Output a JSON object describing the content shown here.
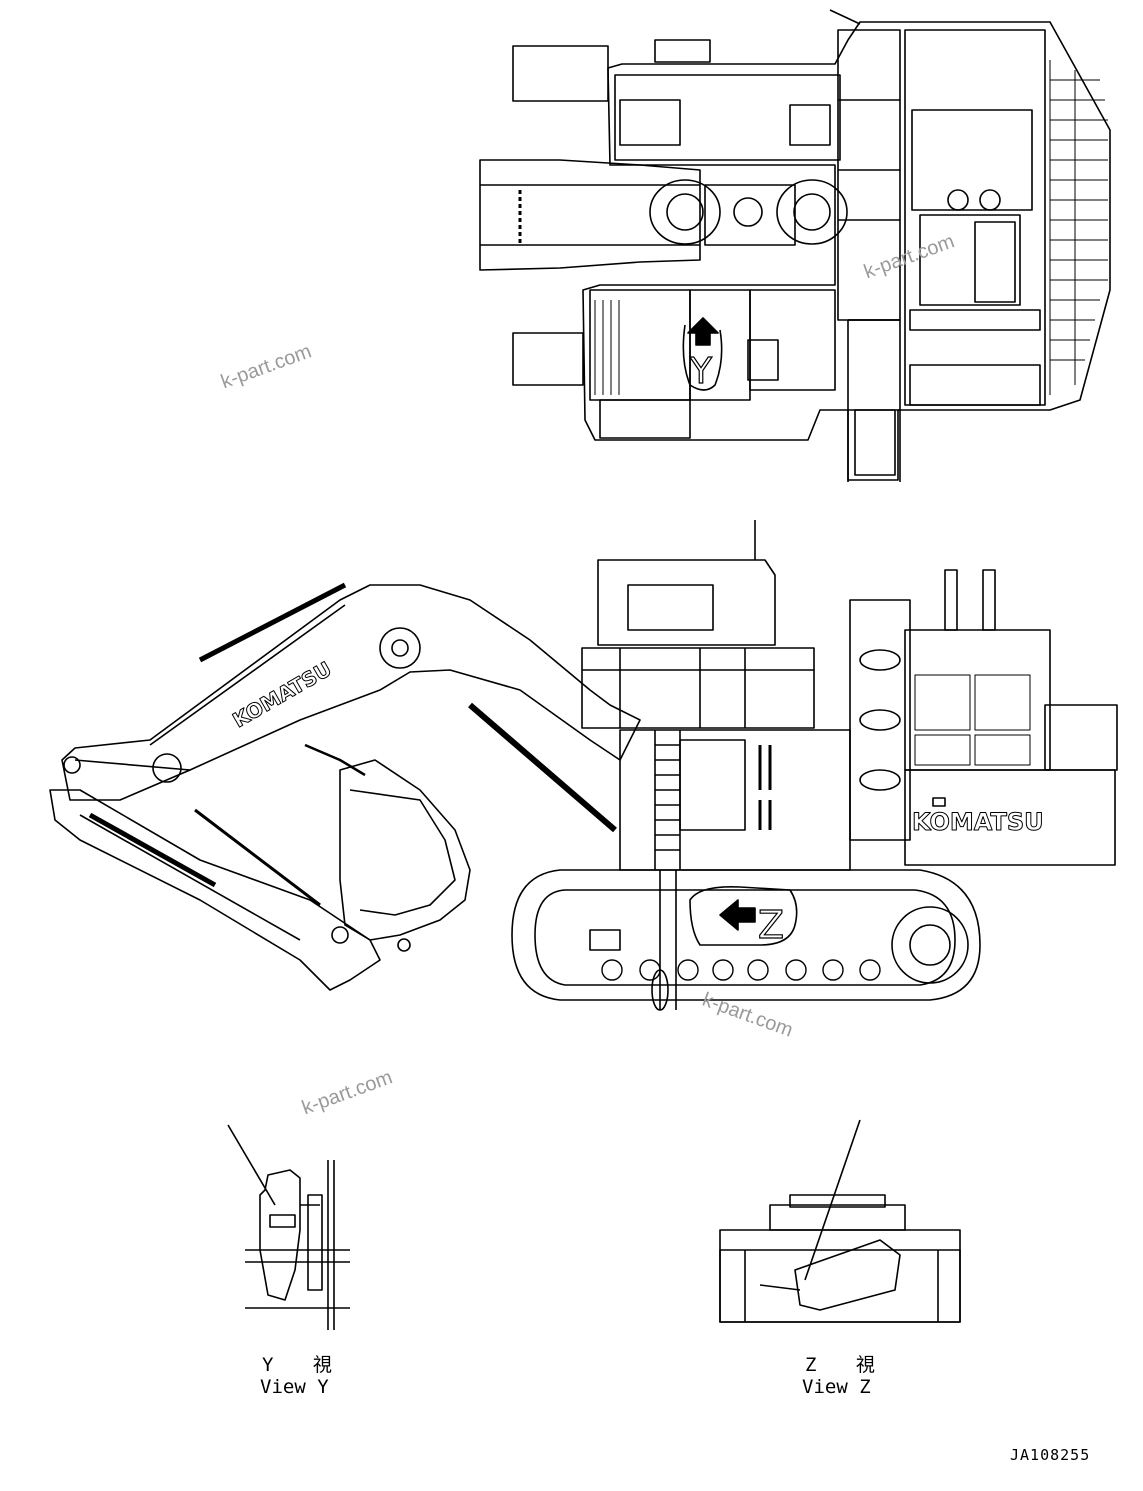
{
  "drawing": {
    "views": {
      "top": {
        "marker": "Y"
      },
      "side": {
        "marker": "Z",
        "brand_boom": "KOMATSU",
        "brand_body": "KOMATSU"
      }
    },
    "detail_y": {
      "label_jp": "Y 視",
      "label_en": "View Y"
    },
    "detail_z": {
      "label_jp": "Z 視",
      "label_en": "View Z"
    },
    "drawing_code": "JA108255",
    "watermarks": [
      "k-part.com",
      "k-part.com",
      "k-part.com",
      "k-part.com"
    ]
  }
}
